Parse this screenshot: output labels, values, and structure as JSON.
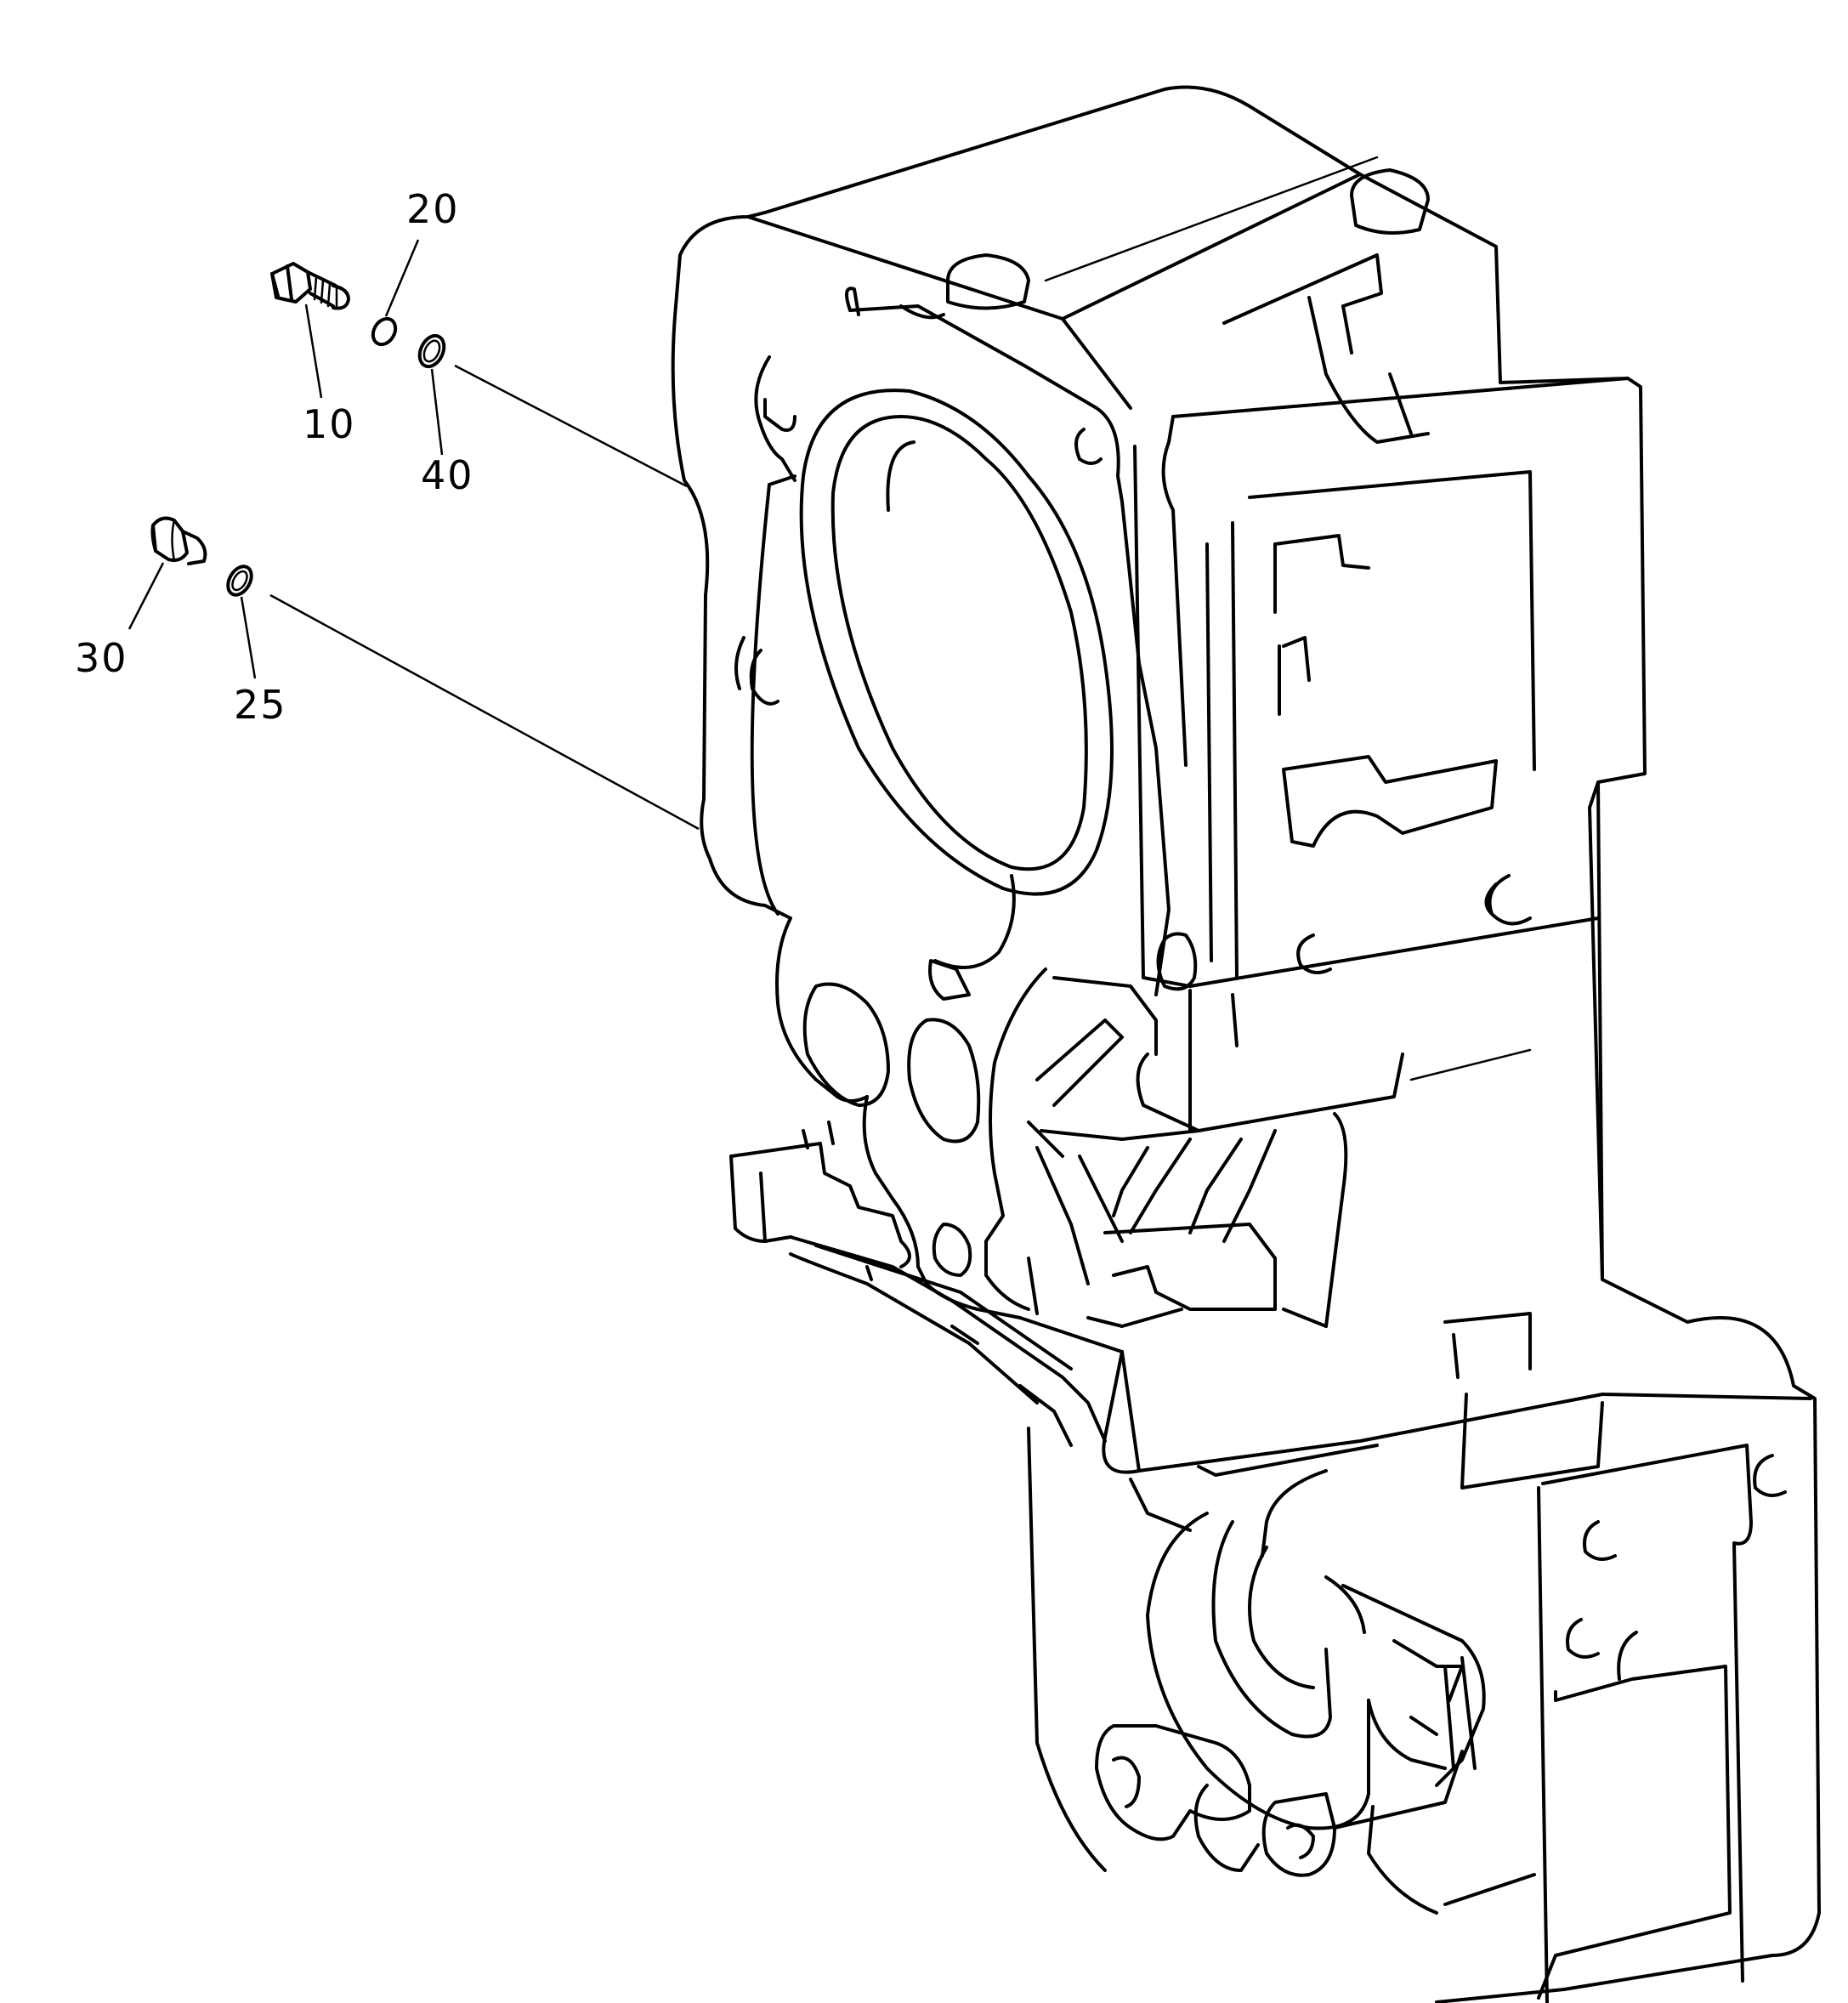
{
  "callouts": {
    "c10": "10",
    "c20": "20",
    "c25": "25",
    "c30": "30",
    "c40": "40"
  },
  "parts": [
    {
      "id": "10",
      "icon": "bolt-icon"
    },
    {
      "id": "20",
      "icon": "washer-icon"
    },
    {
      "id": "40",
      "icon": "o-ring-icon"
    },
    {
      "id": "30",
      "icon": "plug-icon"
    },
    {
      "id": "25",
      "icon": "o-ring-icon"
    }
  ],
  "colors": {
    "line": "#000000",
    "background": "#ffffff"
  }
}
